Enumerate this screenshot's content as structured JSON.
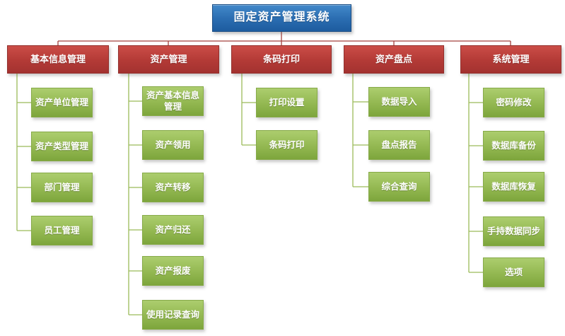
{
  "title": "固定资产管理系统",
  "colors": {
    "root_blue": "#2a6cb0",
    "branch_red": "#b33a36",
    "leaf_green": "#93b851",
    "connector_red": "#a3403c",
    "connector_green": "#9bbb59"
  },
  "tree": {
    "root": "固定资产管理系统",
    "branches": [
      {
        "label": "基本信息管理",
        "children": [
          "资产单位管理",
          "资产类型管理",
          "部门管理",
          "员工管理"
        ]
      },
      {
        "label": "资产管理",
        "children": [
          "资产基本信息管理",
          "资产领用",
          "资产转移",
          "资产归还",
          "资产报废",
          "使用记录查询"
        ]
      },
      {
        "label": "条码打印",
        "children": [
          "打印设置",
          "条码打印"
        ]
      },
      {
        "label": "资产盘点",
        "children": [
          "数据导入",
          "盘点报告",
          "综合查询"
        ]
      },
      {
        "label": "系统管理",
        "children": [
          "密码修改",
          "数据库备份",
          "数据库恢复",
          "手持数据同步",
          "选项"
        ]
      }
    ]
  }
}
